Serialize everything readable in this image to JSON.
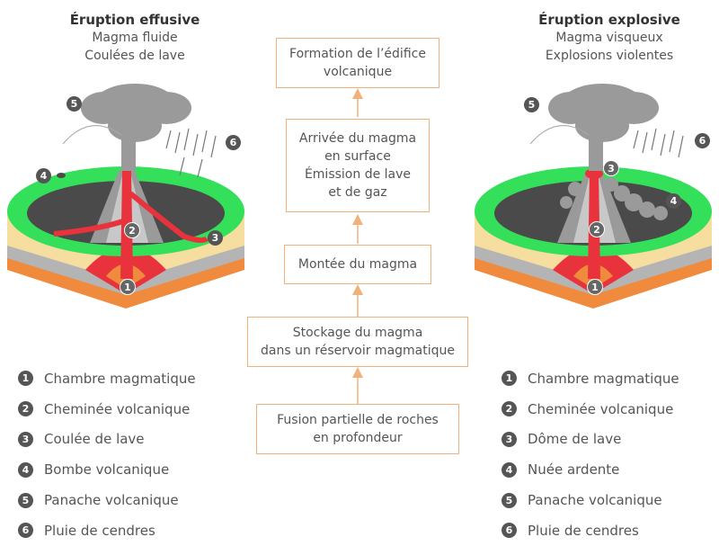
{
  "left_panel": {
    "title": "Éruption effusive",
    "subtitle1": "Magma fluide",
    "subtitle2": "Coulées de lave",
    "legend": [
      {
        "num": "1",
        "label": "Chambre magmatique"
      },
      {
        "num": "2",
        "label": "Cheminée volcanique"
      },
      {
        "num": "3",
        "label": "Coulée de lave"
      },
      {
        "num": "4",
        "label": "Bombe volcanique"
      },
      {
        "num": "5",
        "label": "Panache volcanique"
      },
      {
        "num": "6",
        "label": "Pluie de cendres"
      }
    ]
  },
  "right_panel": {
    "title": "Éruption explosive",
    "subtitle1": "Magma visqueux",
    "subtitle2": "Explosions violentes",
    "legend": [
      {
        "num": "1",
        "label": "Chambre magmatique"
      },
      {
        "num": "2",
        "label": "Cheminée volcanique"
      },
      {
        "num": "3",
        "label": "Dôme de lave"
      },
      {
        "num": "4",
        "label": "Nuée ardente"
      },
      {
        "num": "5",
        "label": "Panache volcanique"
      },
      {
        "num": "6",
        "label": "Pluie de cendres"
      }
    ]
  },
  "flow": [
    {
      "label": "Formation de l’édifice\nvolcanique"
    },
    {
      "label": "Arrivée du magma\nen surface\nÉmission de lave\net de gaz"
    },
    {
      "label": "Montée du magma"
    },
    {
      "label": "Stockage du magma\ndans un réservoir magmatique"
    },
    {
      "label": "Fusion partielle de roches\nen profondeur"
    }
  ],
  "colors": {
    "accent_border": "#f0b17a",
    "grass": "#34e05a",
    "ground_dark": "#4a4a4a",
    "magma": "#e8323c",
    "sand": "#f5dea0",
    "rock_grey": "#b4b4b4",
    "orange_base": "#f08a3c",
    "cloud": "#9a9a9a",
    "badge": "#555555"
  }
}
